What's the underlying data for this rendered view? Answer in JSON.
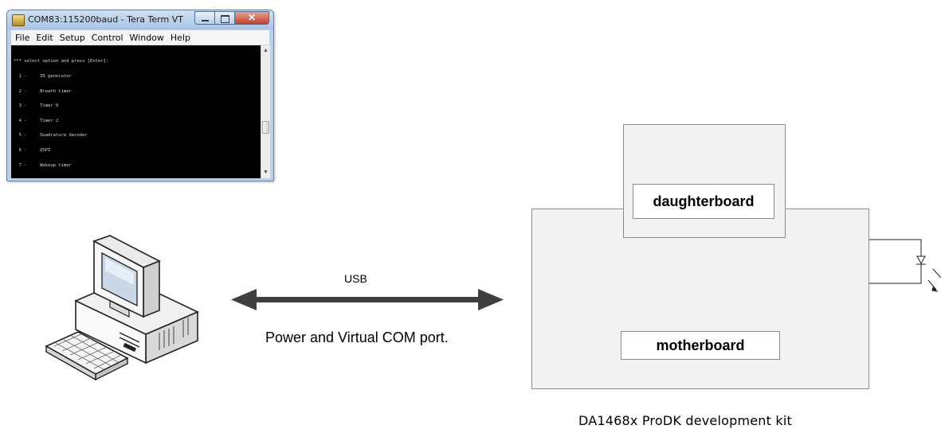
{
  "terminal": {
    "title": "COM83:115200baud - Tera Term VT",
    "close_glyph": "✕",
    "menu": [
      "File",
      "Edit",
      "Setup",
      "Control",
      "Window",
      "Help"
    ],
    "lines": [
      "*** select option and press [Enter]:",
      "  1 -     IR generator",
      "  2 -     Breath timer",
      "  3 -     Timer 0",
      "  4 -     Timer 2",
      "  5 -     Quadrature decoder",
      "  6 -     QSPI",
      "  7 -     Wakeup timer",
      "==>"
    ]
  },
  "diagram": {
    "usb_label": "USB",
    "link_description": "Power and Virtual COM port.",
    "daughterboard_label": "daughterboard",
    "motherboard_label": "motherboard",
    "kit_label": "DA1468x ProDK development kit"
  },
  "colors": {
    "arrow": "#3f3f3f",
    "board_fill": "#f3f3f3",
    "board_border": "#8c8c8c",
    "terminal_bg": "#000000"
  }
}
